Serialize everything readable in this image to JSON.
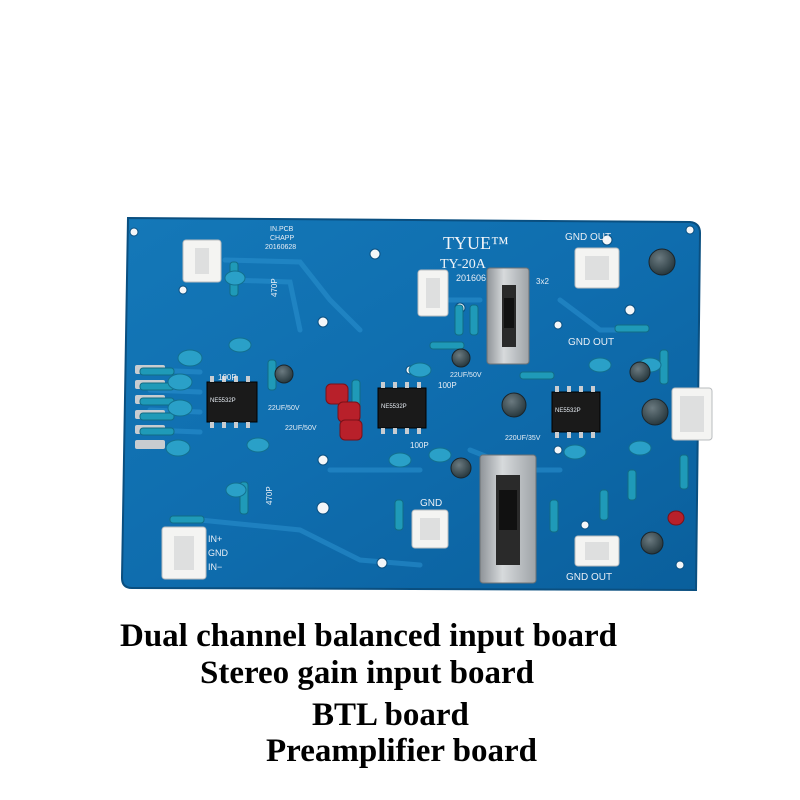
{
  "board": {
    "brand": "TYUE™",
    "model": "TY-20A",
    "date_right": "201606",
    "pcb_note_1": "IN.PCB",
    "pcb_note_2": "CHAPP",
    "pcb_note_3": "20160628",
    "labels": {
      "gnd_out_top": "GND OUT",
      "gnd_out_mid": "GND OUT",
      "gnd_out_bottom": "GND OUT",
      "gnd_center": "GND",
      "in_plus": "IN+",
      "gnd_left": "GND",
      "in_minus": "IN−",
      "switch_note": "3x2",
      "cap_22uf_50v_a": "22UF/50V",
      "cap_22uf_50v_b": "22UF/50V",
      "cap_22uf_50v_c": "22UF/50V",
      "cap_220uf_35v": "220UF/35V",
      "cap_100p_a": "100P",
      "cap_100p_b": "100P",
      "cap_100p_c": "100P",
      "cap_470p_a": "470P",
      "cap_470p_b": "470P",
      "ic_a": "NE5532P",
      "ic_b": "NE5532P",
      "ic_c": "NE5532P"
    },
    "colors": {
      "pcb": "#0f6fb0",
      "pcb_trace": "#1a84c6",
      "pad": "#d9dde2",
      "connector": "#f4f4f2",
      "resistor": "#1f9ab8",
      "cap_ceramic": "#2aa0c8",
      "cap_film": "#b8202a",
      "ic": "#1a1a1a",
      "switch_metal": "#bfc3c6"
    }
  },
  "captions": {
    "line1": "Dual channel balanced input board",
    "line2": "Stereo gain input board",
    "line3": "BTL board",
    "line4": "Preamplifier board"
  }
}
